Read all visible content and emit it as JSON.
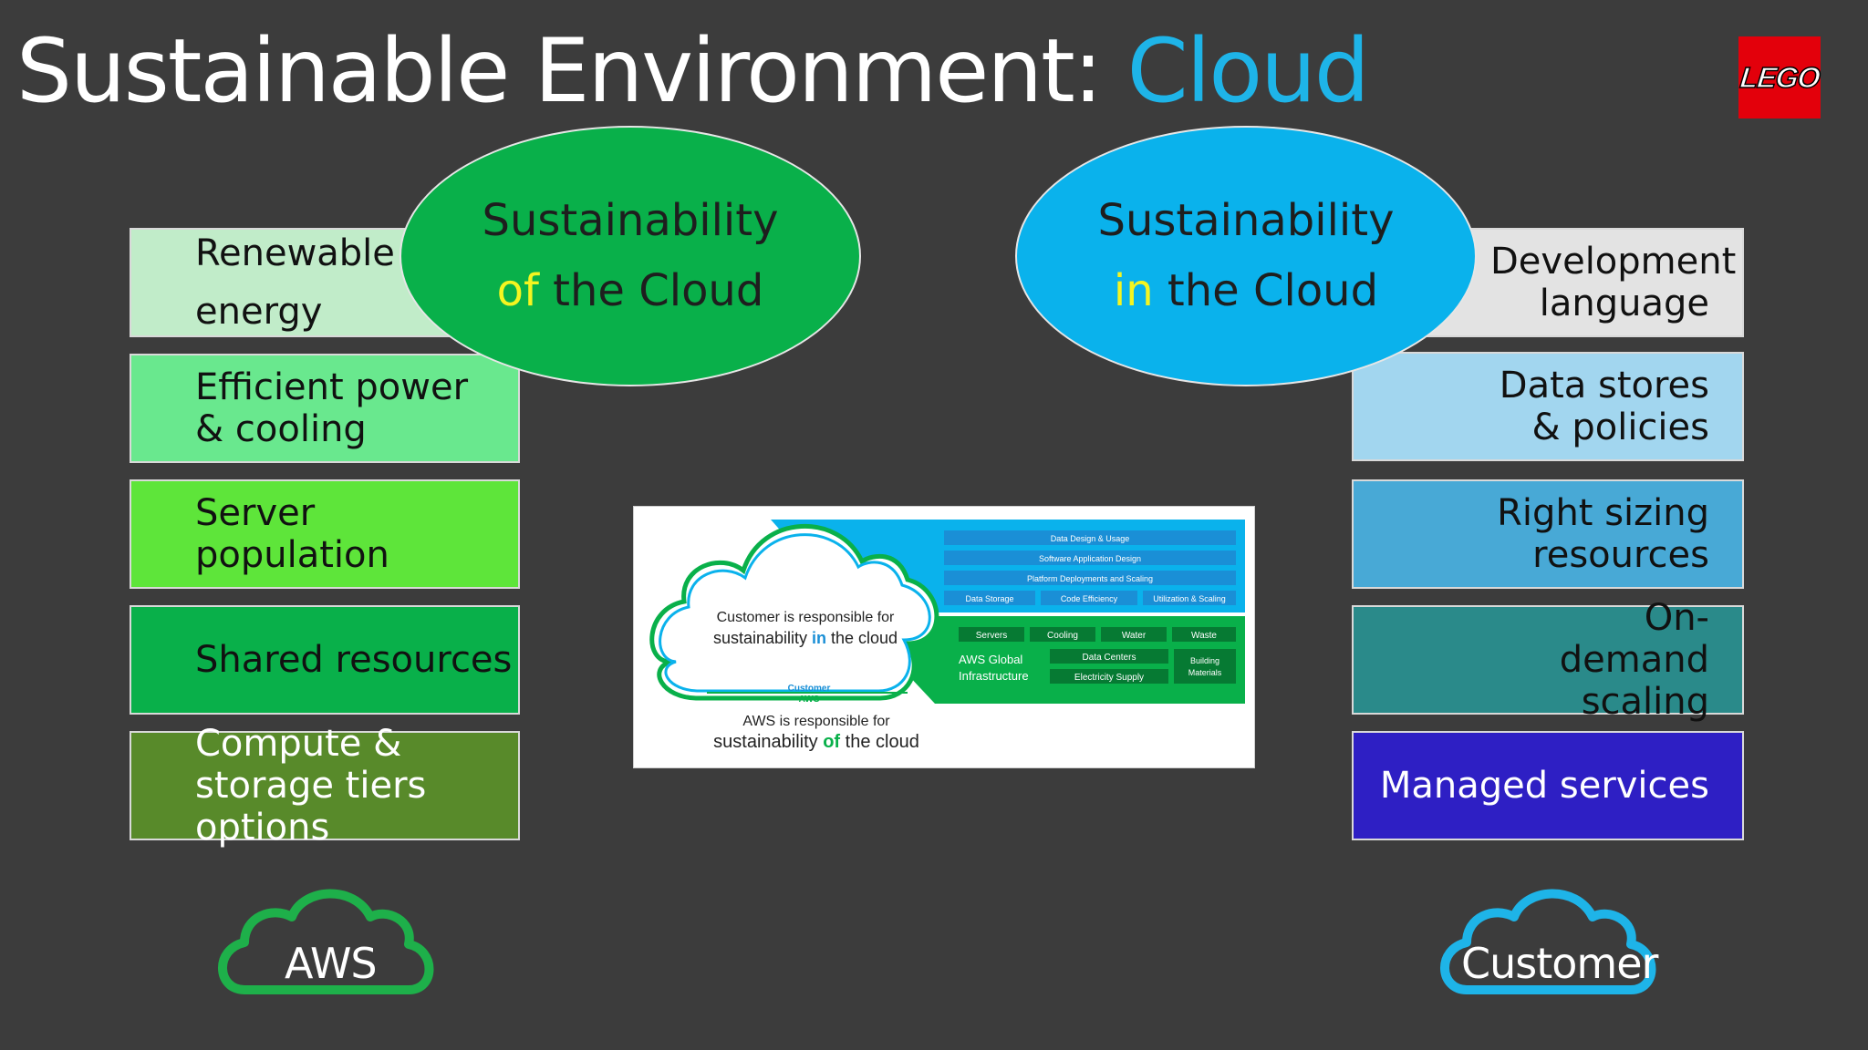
{
  "title": {
    "main": "Sustainable Environment:",
    "accent": "Cloud"
  },
  "logo": "LEGO",
  "ovals": {
    "left": {
      "line1": "Sustainability",
      "line2_hl": "of",
      "line2_rest": " the Cloud"
    },
    "right": {
      "line1": "Sustainability",
      "line2_hl": "in",
      "line2_rest": " the Cloud"
    }
  },
  "left_items": [
    {
      "label": "Renewable energy",
      "color": "#c1ecc9"
    },
    {
      "label": "Efficient power & cooling",
      "color": "#69e88e"
    },
    {
      "label": "Server population",
      "color": "#5ee53a"
    },
    {
      "label": "Shared resources",
      "color": "#09b04a"
    },
    {
      "label": "Compute & storage tiers options",
      "color": "#588a2a"
    }
  ],
  "right_items": [
    {
      "label": "Development language",
      "color": "#e3e3e3"
    },
    {
      "label": "Data stores & policies",
      "color": "#a2d6ef"
    },
    {
      "label": "Right sizing resources",
      "color": "#48a9d6"
    },
    {
      "label": "On-demand scaling",
      "color": "#2a8a8a"
    },
    {
      "label": "Managed services",
      "color": "#2e1fc4"
    }
  ],
  "figure": {
    "customer_text_1": "Customer is responsible for",
    "customer_text_2a": "sustainability ",
    "customer_text_2b": "in",
    "customer_text_2c": " the cloud",
    "divider_top": "Customer",
    "divider_bottom": "AWS",
    "aws_text_1": "AWS is responsible for",
    "aws_text_2a": "sustainability ",
    "aws_text_2b": "of",
    "aws_text_2c": " the cloud",
    "blue_rows": [
      "Data Design & Usage",
      "Software Application Design",
      "Platform Deployments and Scaling"
    ],
    "blue_cells": [
      "Data Storage",
      "Code Efficiency",
      "Utilization & Scaling"
    ],
    "green_top": [
      "Servers",
      "Cooling",
      "Water",
      "Waste"
    ],
    "green_label": "AWS Global Infrastructure",
    "green_mid": [
      "Data Centers",
      "Electricity Supply"
    ],
    "green_right": "Building Materials"
  },
  "bottom": {
    "aws": "AWS",
    "customer": "Customer"
  },
  "colors": {
    "background": "#3c3c3c",
    "accent_blue": "#1eb4e8",
    "green_oval": "#09b04a",
    "blue_oval": "#0ab2ec",
    "aws_cloud": "#1eb04a",
    "customer_cloud": "#1eb4e8"
  }
}
